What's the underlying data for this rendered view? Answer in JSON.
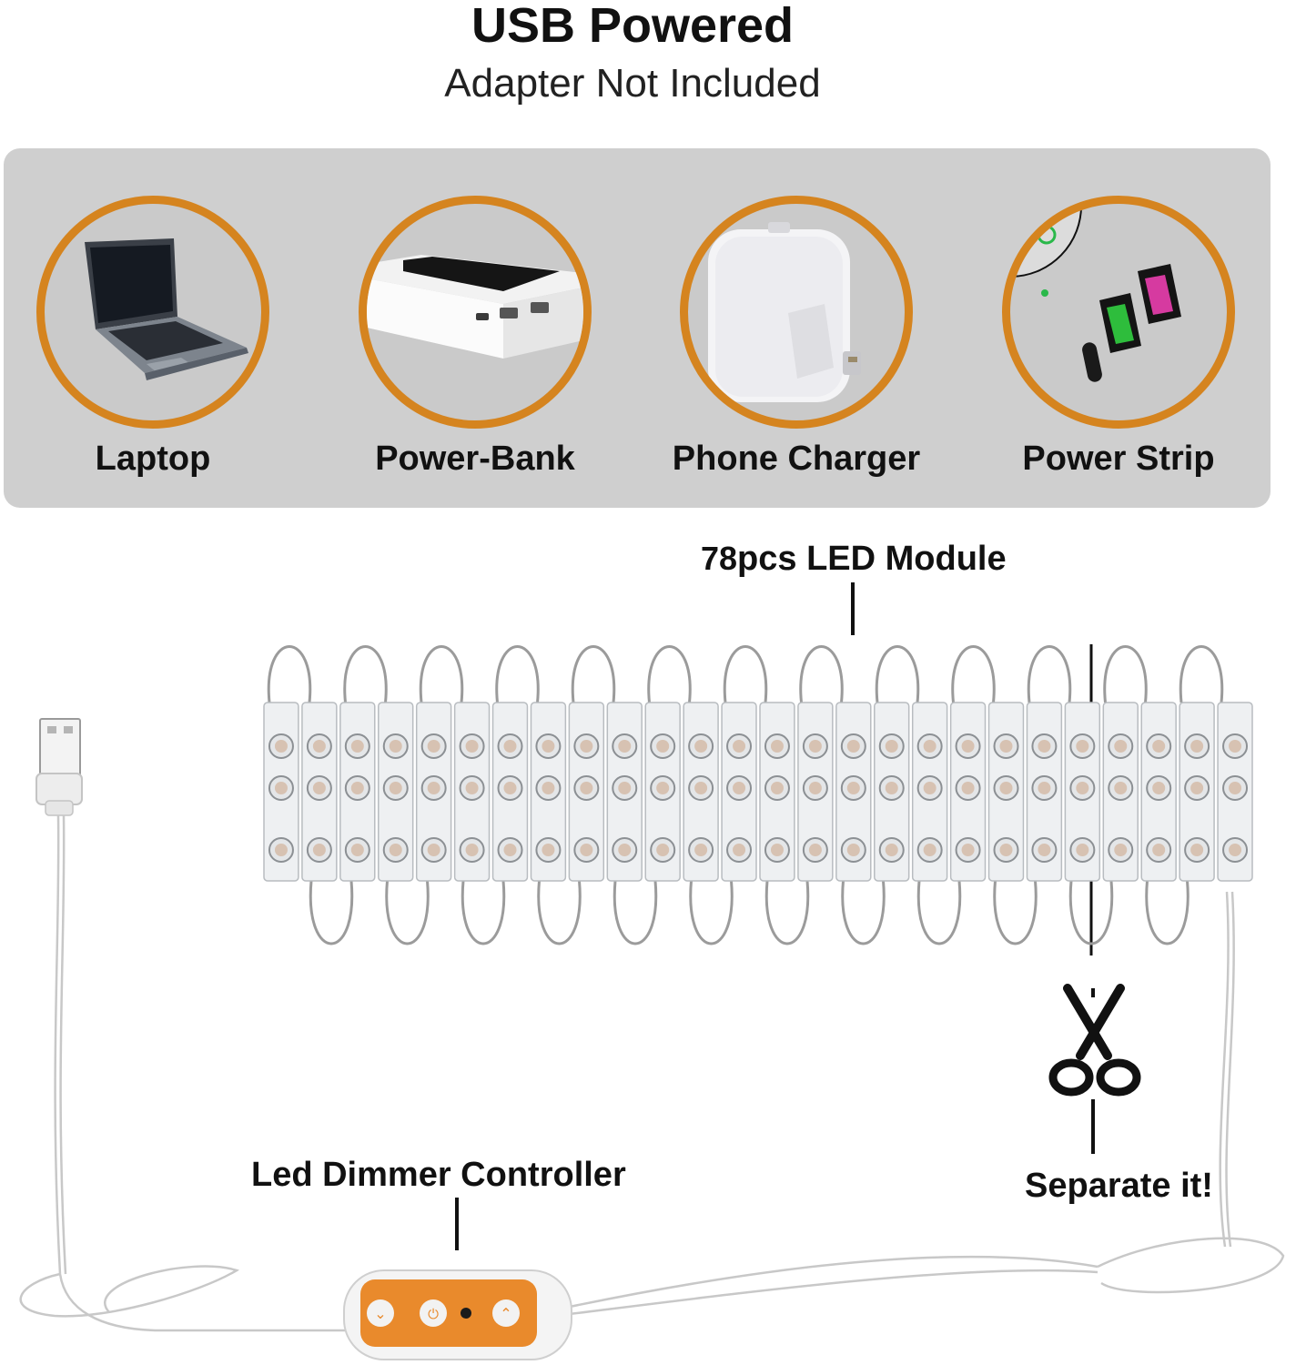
{
  "header": {
    "title": "USB Powered",
    "subtitle": "Adapter Not Included"
  },
  "sources": [
    {
      "label": "Laptop",
      "icon": "laptop-icon"
    },
    {
      "label": "Power-Bank",
      "icon": "power-bank-icon"
    },
    {
      "label": "Phone Charger",
      "icon": "phone-charger-icon"
    },
    {
      "label": "Power Strip",
      "icon": "power-strip-icon"
    }
  ],
  "module": {
    "count": "78",
    "label": "pcs LED Module"
  },
  "controller": {
    "label": "Led Dimmer Controller"
  },
  "cut": {
    "label": "Separate it!",
    "icon": "scissors-icon"
  },
  "colors": {
    "ring": "#d5841f",
    "panel": "#cfcfcf",
    "controller_face": "#e98a2c"
  }
}
